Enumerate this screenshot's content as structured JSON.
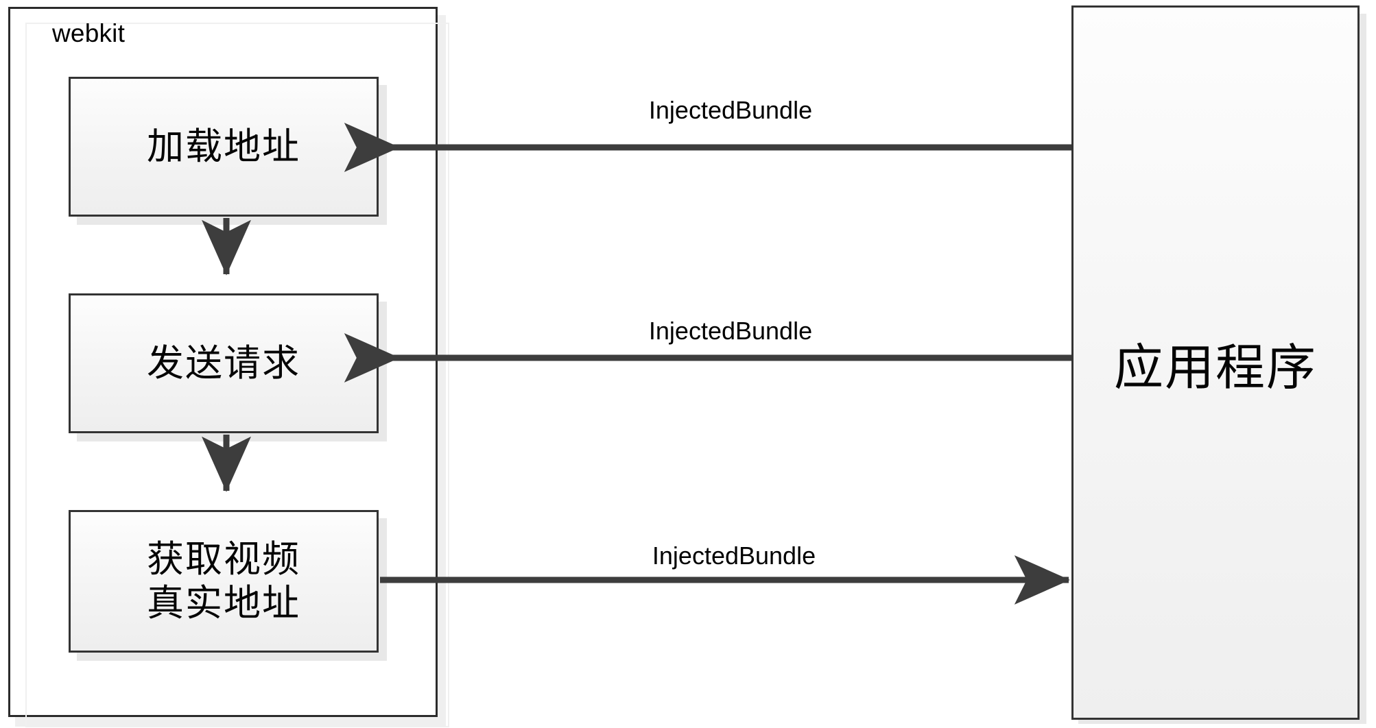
{
  "diagram": {
    "title": "webkit / application InjectedBundle flow",
    "colors": {
      "stroke": "#333333",
      "arrow": "#3d3d3d",
      "box_fill_top": "#fdfdfd",
      "box_fill_bottom": "#eeeeee",
      "shadow": "#e4e4e4",
      "text": "#050505",
      "background": "#ffffff"
    }
  },
  "webkit": {
    "label": "webkit",
    "nodes": [
      {
        "id": "load",
        "label": "加载地址"
      },
      {
        "id": "send",
        "label": "发送请求"
      },
      {
        "id": "fetch",
        "label": "获取视频\n真实地址"
      }
    ],
    "internal_edges": [
      {
        "from": "load",
        "to": "send",
        "direction": "down"
      },
      {
        "from": "send",
        "to": "fetch",
        "direction": "down"
      }
    ]
  },
  "application": {
    "label": "应用程序"
  },
  "cross_edges": [
    {
      "id": "edge-1",
      "label": "InjectedBundle",
      "from": "application",
      "to": "load",
      "direction": "left"
    },
    {
      "id": "edge-2",
      "label": "InjectedBundle",
      "from": "application",
      "to": "send",
      "direction": "left"
    },
    {
      "id": "edge-3",
      "label": "InjectedBundle",
      "from": "fetch",
      "to": "application",
      "direction": "right"
    }
  ]
}
